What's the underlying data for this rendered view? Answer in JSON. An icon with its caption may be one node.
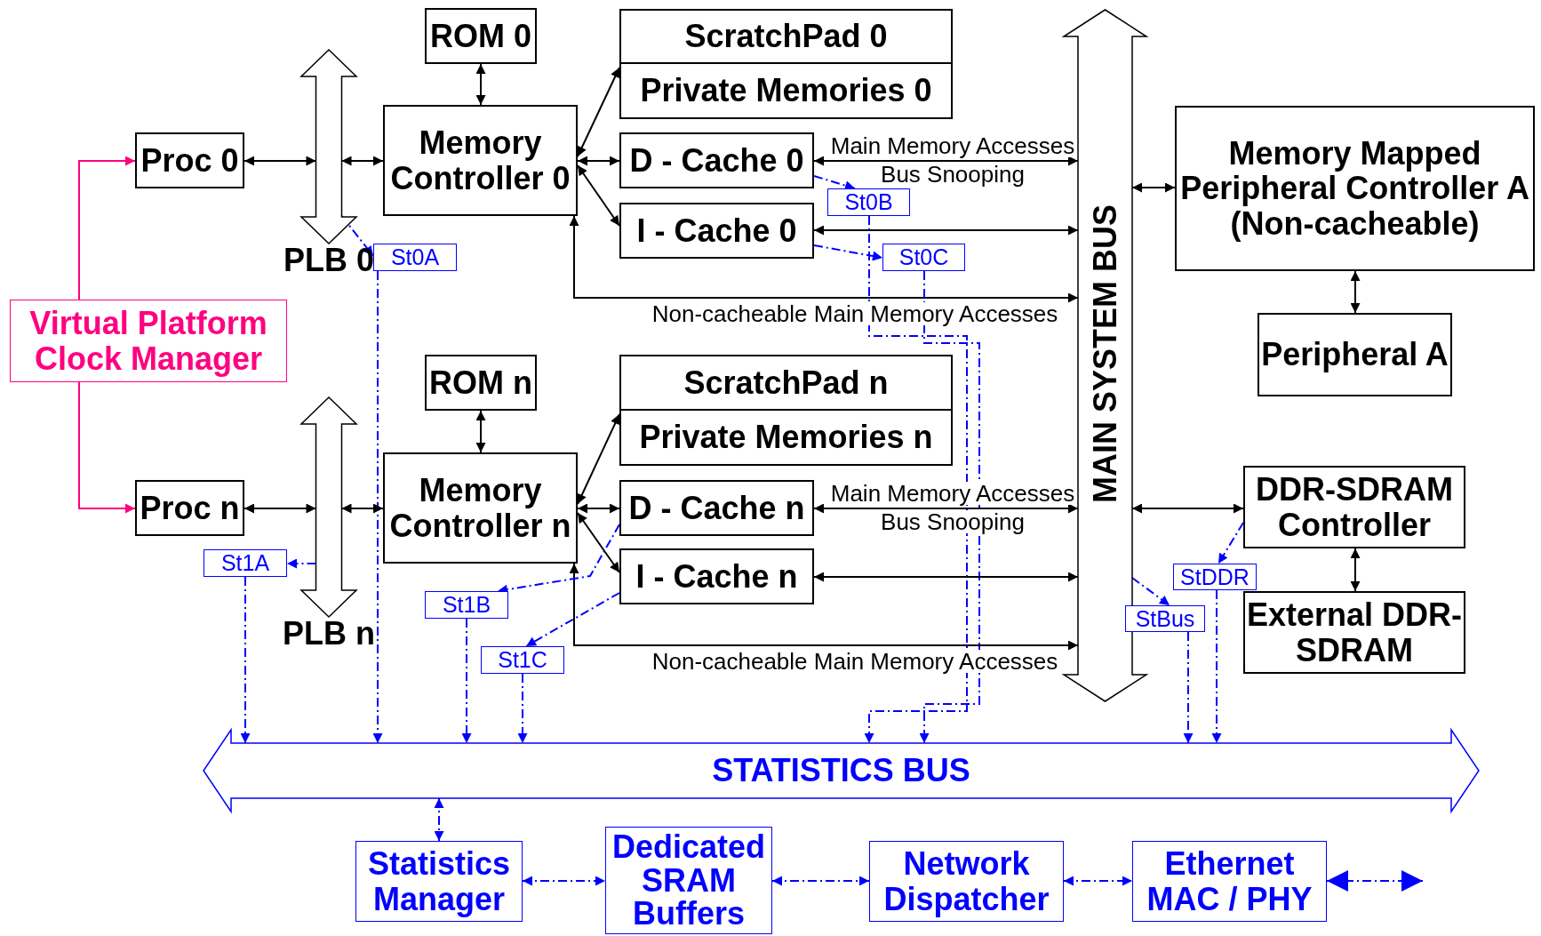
{
  "diagram": {
    "nodes": [
      {
        "text": [
          "ROM 0"
        ]
      },
      {
        "text": [
          "ScratchPad 0"
        ]
      },
      {
        "text": [
          "Private Memories 0"
        ]
      },
      {
        "text": [
          "MAIN SYSTEM BUS"
        ]
      },
      {
        "text": [
          "Proc 0"
        ]
      },
      {
        "text": [
          "PLB 0"
        ]
      },
      {
        "text": [
          "Memory Controller 0"
        ]
      },
      {
        "text": [
          "D - Cache 0"
        ]
      },
      {
        "text": [
          "Memory Mapped Peripheral Controller A (Non-cacheable)"
        ]
      },
      {
        "text": [
          "I - Cache 0"
        ]
      },
      {
        "text": [
          "St0B"
        ]
      },
      {
        "text": [
          "St0A"
        ]
      },
      {
        "text": [
          "St0C"
        ]
      },
      {
        "text": [
          "Virtual Platform Clock Manager"
        ]
      },
      {
        "text": [
          "Peripheral A"
        ]
      },
      {
        "text": [
          "ROM n"
        ]
      },
      {
        "text": [
          "ScratchPad n"
        ]
      },
      {
        "text": [
          "Private Memories n"
        ]
      },
      {
        "text": [
          "Proc n"
        ]
      },
      {
        "text": [
          "PLB n"
        ]
      },
      {
        "text": [
          "Memory Controller n"
        ]
      },
      {
        "text": [
          "D - Cache n"
        ]
      },
      {
        "text": [
          "DDR-SDRAM Controller"
        ]
      },
      {
        "text": [
          "I - Cache n"
        ]
      },
      {
        "text": [
          "St1A"
        ]
      },
      {
        "text": [
          "StDDR"
        ]
      },
      {
        "text": [
          "St1B"
        ]
      },
      {
        "text": [
          "StBus"
        ]
      },
      {
        "text": [
          "External DDR-SDRAM"
        ]
      },
      {
        "text": [
          "St1C"
        ]
      },
      {
        "text": [
          "STATISTICS BUS"
        ]
      },
      {
        "text": [
          "Statistics Manager"
        ]
      },
      {
        "text": [
          "Dedicated SRAM Buffers"
        ]
      },
      {
        "text": [
          "Network Dispatcher"
        ]
      },
      {
        "text": [
          "Ethernet MAC / PHY"
        ]
      }
    ],
    "edges": [
      {
        "from": 13,
        "to": 4,
        "arrow": "to",
        "color": "#ff0080"
      },
      {
        "from": 13,
        "to": 18,
        "arrow": "to",
        "color": "#ff0080"
      },
      {
        "from": 4,
        "to": 5,
        "arrow": "both"
      },
      {
        "from": 5,
        "to": 6,
        "arrow": "both"
      },
      {
        "from": 0,
        "to": 6,
        "arrow": "both"
      },
      {
        "from": 6,
        "to": 2,
        "arrow": "both"
      },
      {
        "from": 6,
        "to": 7,
        "arrow": "both"
      },
      {
        "from": 6,
        "to": 9,
        "arrow": "both"
      },
      {
        "from": 7,
        "to": 3,
        "arrow": "both",
        "label": "Main Memory Accesses"
      },
      {
        "from": 9,
        "to": 3,
        "arrow": "both"
      },
      {
        "from": 6,
        "to": 3,
        "arrow": "both",
        "label": "Non-cacheable Main Memory Accesses"
      },
      {
        "from": 3,
        "to": 8,
        "arrow": "both"
      },
      {
        "from": 8,
        "to": 14,
        "arrow": "both"
      },
      {
        "from": 5,
        "to": 11,
        "arrow": "to",
        "style": "dashed",
        "color": "#0000ff"
      },
      {
        "from": 7,
        "to": 10,
        "arrow": "to",
        "style": "dashed",
        "color": "#0000ff"
      },
      {
        "from": 9,
        "to": 12,
        "arrow": "to",
        "style": "dashed",
        "color": "#0000ff"
      },
      {
        "from": 11,
        "to": 30,
        "arrow": "to",
        "style": "dashed",
        "color": "#0000ff"
      },
      {
        "from": 10,
        "to": 30,
        "arrow": "to",
        "style": "dashed",
        "color": "#0000ff"
      },
      {
        "from": 12,
        "to": 30,
        "arrow": "to",
        "style": "dashed",
        "color": "#0000ff"
      },
      {
        "from": 18,
        "to": 19,
        "arrow": "both"
      },
      {
        "from": 19,
        "to": 20,
        "arrow": "both"
      },
      {
        "from": 15,
        "to": 20,
        "arrow": "both"
      },
      {
        "from": 20,
        "to": 17,
        "arrow": "both"
      },
      {
        "from": 20,
        "to": 21,
        "arrow": "both"
      },
      {
        "from": 20,
        "to": 23,
        "arrow": "both"
      },
      {
        "from": 21,
        "to": 3,
        "arrow": "both",
        "label": "Main Memory Accesses"
      },
      {
        "from": 23,
        "to": 3,
        "arrow": "both"
      },
      {
        "from": 20,
        "to": 3,
        "arrow": "both",
        "label": "Non-cacheable Main Memory Accesses"
      },
      {
        "from": 19,
        "to": 24,
        "arrow": "to",
        "style": "dashed",
        "color": "#0000ff"
      },
      {
        "from": 21,
        "to": 26,
        "arrow": "to",
        "style": "dashed",
        "color": "#0000ff"
      },
      {
        "from": 23,
        "to": 29,
        "arrow": "to",
        "style": "dashed",
        "color": "#0000ff"
      },
      {
        "from": 24,
        "to": 30,
        "arrow": "to",
        "style": "dashed",
        "color": "#0000ff"
      },
      {
        "from": 26,
        "to": 30,
        "arrow": "to",
        "style": "dashed",
        "color": "#0000ff"
      },
      {
        "from": 29,
        "to": 30,
        "arrow": "to",
        "style": "dashed",
        "color": "#0000ff"
      },
      {
        "from": 3,
        "to": 22,
        "arrow": "both"
      },
      {
        "from": 22,
        "to": 28,
        "arrow": "both"
      },
      {
        "from": 22,
        "to": 25,
        "arrow": "to",
        "style": "dashed",
        "color": "#0000ff"
      },
      {
        "from": 3,
        "to": 27,
        "arrow": "to",
        "style": "dashed",
        "color": "#0000ff"
      },
      {
        "from": 27,
        "to": 30,
        "arrow": "to",
        "style": "dashed",
        "color": "#0000ff"
      },
      {
        "from": 25,
        "to": 30,
        "arrow": "to",
        "style": "dashed",
        "color": "#0000ff"
      },
      {
        "from": 30,
        "to": 31,
        "arrow": "both",
        "style": "dashed",
        "color": "#0000ff"
      },
      {
        "from": 31,
        "to": 32,
        "arrow": "both",
        "style": "dashed",
        "color": "#0000ff"
      },
      {
        "from": 32,
        "to": 33,
        "arrow": "both",
        "style": "dashed",
        "color": "#0000ff"
      },
      {
        "from": 33,
        "to": 34,
        "arrow": "both",
        "style": "dashed",
        "color": "#0000ff"
      },
      {
        "from": 34,
        "to": null,
        "arrow": "both",
        "style": "dashed",
        "color": "#0000ff"
      }
    ],
    "labels": [
      "Bus Snooping",
      "Bus Snooping"
    ]
  }
}
